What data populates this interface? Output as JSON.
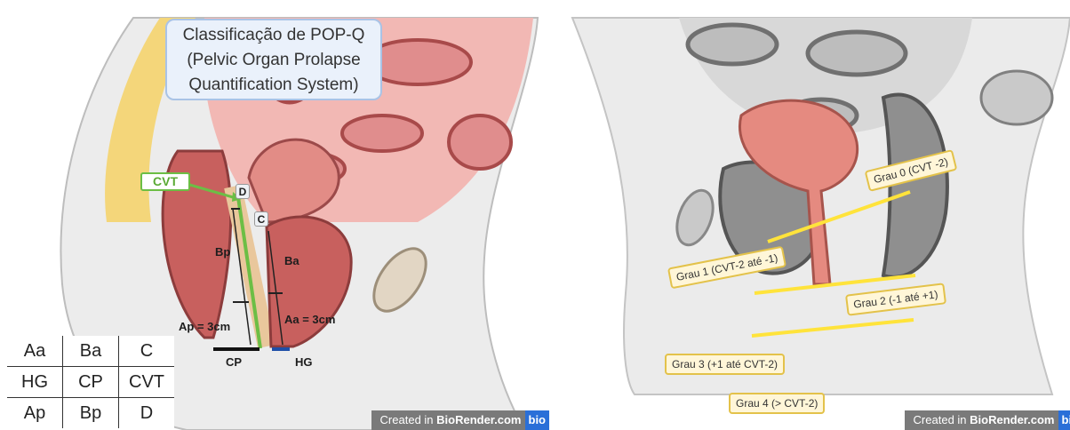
{
  "left": {
    "title": {
      "line1": "Classificação de POP-Q",
      "line2": "(Pelvic Organ Prolapse",
      "line3": "Quantification System)"
    },
    "labels": {
      "cvt": "CVT",
      "d": "D",
      "c": "C",
      "bp": "Bp",
      "ba": "Ba",
      "ap": "Ap = 3cm",
      "aa": "Aa = 3cm",
      "cp": "CP",
      "hg": "HG"
    },
    "legend_table": [
      [
        "Aa",
        "Ba",
        "C"
      ],
      [
        "HG",
        "CP",
        "CVT"
      ],
      [
        "Ap",
        "Bp",
        "D"
      ]
    ],
    "watermark": {
      "prefix": "Created in ",
      "brand": "BioRender.com",
      "logo": "bio"
    }
  },
  "right": {
    "grades": [
      "Grau 0 (CVT -2)",
      "Grau 1 (CVT-2 até -1)",
      "Grau 2 (-1 até +1)",
      "Grau 3 (+1 até CVT-2)",
      "Grau 4 (> CVT-2)"
    ],
    "watermark": {
      "prefix": "Created in ",
      "brand": "BioRender.com",
      "logo": "bio"
    }
  },
  "colors": {
    "pelvic_line": "#6cbe45",
    "grade_line": "#ffe33b",
    "grade_border": "#e3c24a",
    "tissue_pink": "#e9a0a0",
    "organ_red": "#c85a5a"
  }
}
